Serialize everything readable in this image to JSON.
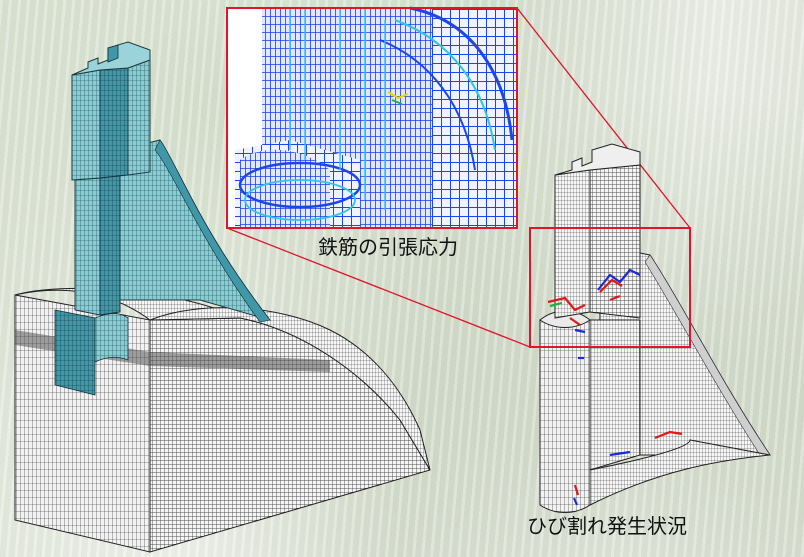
{
  "captions": {
    "rebar_stress": "鉄筋の引張応力",
    "crack_state": "ひび割れ発生状況"
  },
  "colors": {
    "mesh_line": "#222222",
    "column_fill": "#7fc7cf",
    "rebar_blue": "#1c46e8",
    "rebar_cyan": "#2fc4f0",
    "highlight_frame": "#e0142a",
    "crack_red": "#e01818",
    "crack_blue": "#1a2bd8",
    "crack_green": "#22b04a"
  },
  "figures": [
    {
      "name": "full-model-mesh",
      "description_visible": false
    },
    {
      "name": "rebar-stress-zoom",
      "description_visible": false
    },
    {
      "name": "cracked-model-mesh",
      "description_visible": false
    }
  ]
}
